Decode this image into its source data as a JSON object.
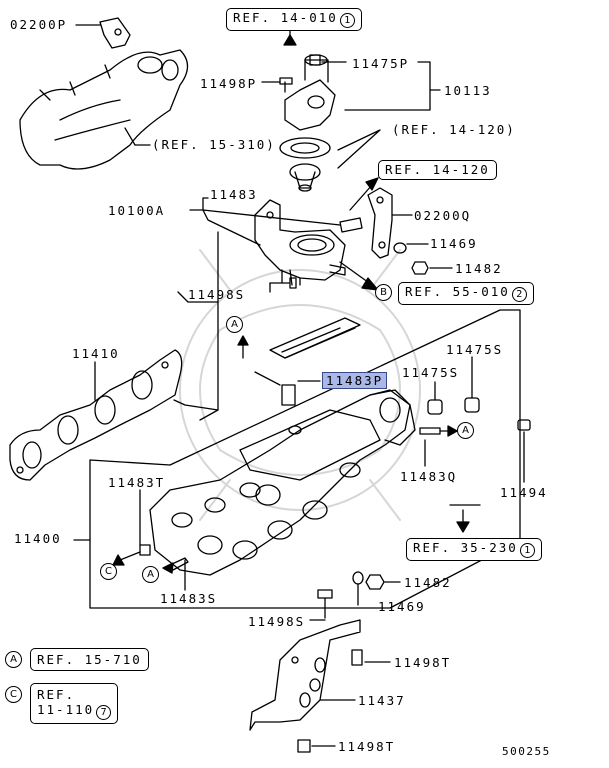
{
  "parts": {
    "p02200P": "02200P",
    "p11498P": "11498P",
    "p11475P": "11475P",
    "p10113": "10113",
    "p10100A": "10100A",
    "p11483_top": "11483",
    "p02200Q": "02200Q",
    "p11469_top": "11469",
    "p11482_top": "11482",
    "p11498S_top": "11498S",
    "p11410": "11410",
    "p11475S_a": "11475S",
    "p11475S_b": "11475S",
    "p11483P": "11483P",
    "p11483Q": "11483Q",
    "p11494": "11494",
    "p11483T": "11483T",
    "p11400": "11400",
    "p11483S": "11483S",
    "p11482_bot": "11482",
    "p11469_bot": "11469",
    "p11498S_bot": "11498S",
    "p11498T_a": "11498T",
    "p11437": "11437",
    "p11498T_b": "11498T"
  },
  "refs": {
    "ref_14_010": {
      "text": "REF. 14-010",
      "num": "1"
    },
    "ref_14_120_a": "(REF. 14-120)",
    "ref_15_310": "(REF. 15-310)",
    "ref_14_120_b": "REF. 14-120",
    "ref_55_010": {
      "text": "REF. 55-010",
      "num": "2"
    },
    "ref_35_230": {
      "text": "REF. 35-230",
      "num": "1"
    }
  },
  "callouts": {
    "B": "B",
    "A_top": "A",
    "A_right": "A",
    "C_left": "C",
    "A_left": "A"
  },
  "legend": {
    "a_letter": "A",
    "a_ref": "REF. 15-710",
    "c_letter": "C",
    "c_ref_line1": "REF.",
    "c_ref_line2": "11-110",
    "c_ref_num": "7"
  },
  "diagram_code": "500255"
}
